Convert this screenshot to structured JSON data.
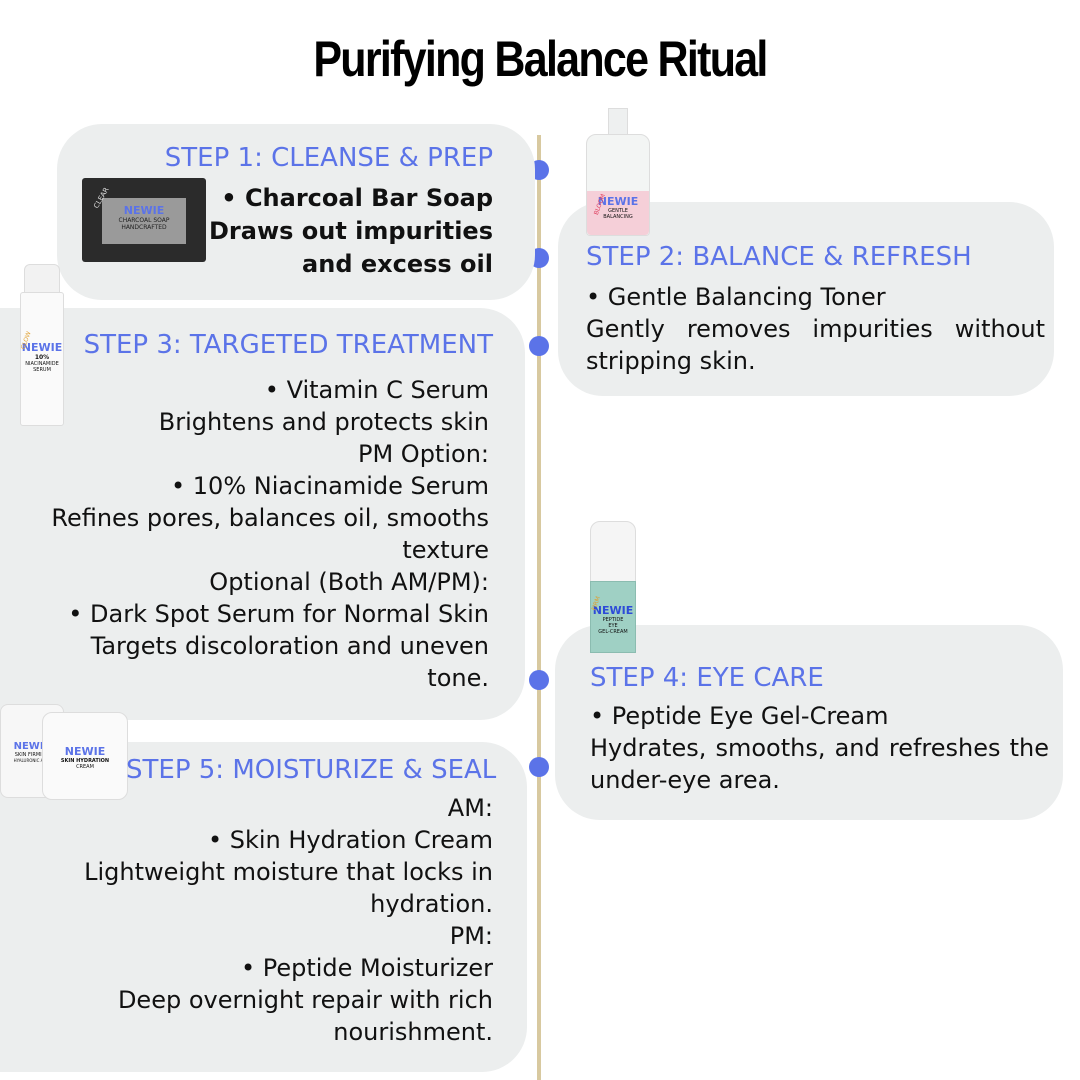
{
  "title": "Purifying Balance Ritual",
  "colors": {
    "accent": "#5b73e8",
    "card": "#eceeee",
    "timeline": "#d8c9a0"
  },
  "step1": {
    "heading": "STEP 1: CLEANSE & PREP",
    "product": "• Charcoal Bar Soap",
    "desc1": "Draws out impurities",
    "desc2": "and excess oil",
    "image": {
      "brand": "NEWIE",
      "tag": "CLEAR",
      "label1": "CHARCOAL SOAP",
      "label2": "HANDCRAFTED"
    }
  },
  "step2": {
    "heading": "STEP 2: BALANCE & REFRESH",
    "product": "• Gentle Balancing Toner",
    "desc": "Gently removes impurities without stripping skin.",
    "image": {
      "brand": "NEWIE",
      "tag": "BLOOM",
      "label1": "GENTLE",
      "label2": "BALANCING"
    }
  },
  "step3": {
    "heading": "STEP 3: TARGETED TREATMENT",
    "lines": [
      "•  Vitamin C Serum",
      "Brightens and protects skin",
      "PM Option:",
      "•  10% Niacinamide Serum",
      "Refines pores, balances oil, smooths",
      "texture",
      "Optional (Both AM/PM):",
      "•  Dark Spot Serum for Normal Skin",
      "Targets discoloration and uneven",
      "tone."
    ],
    "image": {
      "brand": "NEWIE",
      "tag": "GLOW",
      "label1": "10%",
      "label2": "NIACINAMIDE",
      "label3": "SERUM"
    }
  },
  "step4": {
    "heading": "STEP 4: EYE CARE",
    "product": "• Peptide Eye Gel-Cream",
    "desc": "Hydrates, smooths, and  refreshes the under-eye area.",
    "image": {
      "brand": "NEWIE",
      "tag": "FIRM",
      "label1": "PEPTIDE",
      "label2": "EYE",
      "label3": "GEL-CREAM"
    }
  },
  "step5": {
    "heading": "STEP 5: MOISTURIZE & SEAL",
    "lines": [
      "AM:",
      "•  Skin Hydration Cream",
      "Lightweight moisture that locks in",
      "hydration.",
      "PM:",
      "•  Peptide Moisturizer",
      "Deep overnight repair with rich",
      "nourishment."
    ],
    "image": {
      "brand": "NEWIE",
      "brand2": "NEWIE",
      "label1": "SKIN HYDRATION",
      "label2": "CREAM",
      "label3": "SKIN FIRMING",
      "label4": "HYALURONIC ACID"
    }
  }
}
